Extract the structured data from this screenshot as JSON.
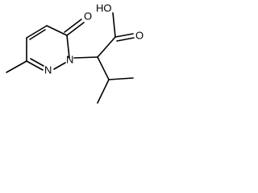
{
  "molecule": {
    "atoms": {
      "ho": "HO",
      "carbonyl_oxygen": "O",
      "ring_oxygen": "O",
      "n1": "N",
      "n2": "N"
    }
  }
}
